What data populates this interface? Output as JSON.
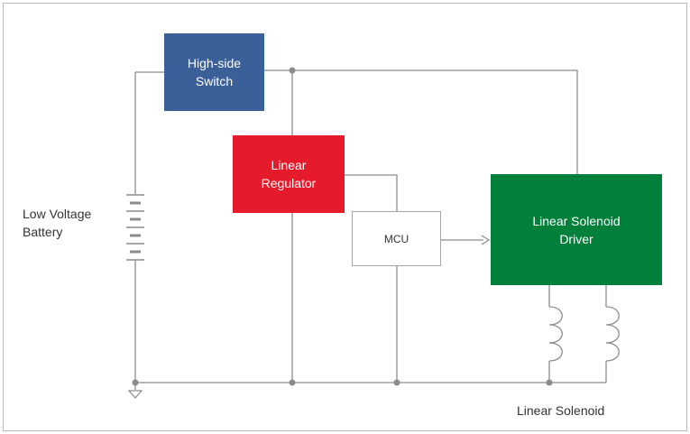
{
  "diagram": {
    "high_side_switch": {
      "label": "High-side\nSwitch",
      "color": "#3a5f99"
    },
    "linear_regulator": {
      "label": "Linear\nRegulator",
      "color": "#e51b2c"
    },
    "mcu": {
      "label": "MCU",
      "color": "#ffffff"
    },
    "solenoid_driver": {
      "label": "Linear Solenoid\nDriver",
      "color": "#00803a"
    },
    "battery_label": "Low Voltage\nBattery",
    "solenoid_label": "Linear Solenoid",
    "wire_color": "#8c8c8c"
  }
}
